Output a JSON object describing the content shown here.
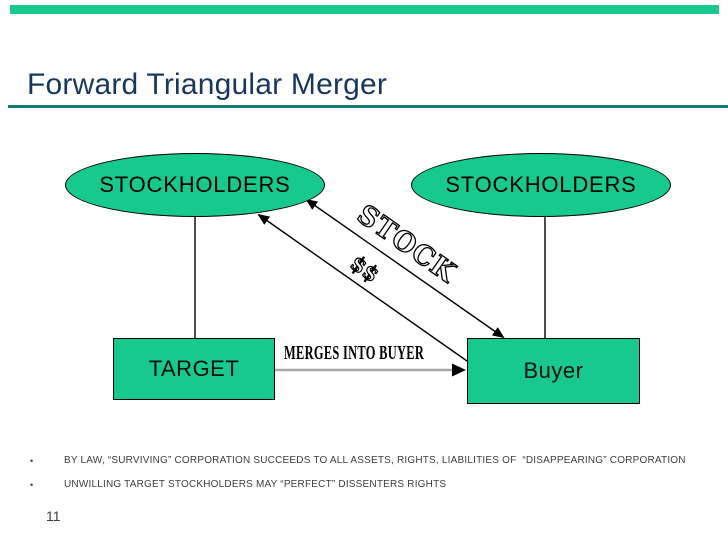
{
  "slide": {
    "title": "Forward Triangular Merger",
    "page_number": "11"
  },
  "colors": {
    "shape_green": "#17c98f",
    "title_navy": "#17375e",
    "rule_teal": "#157c74",
    "arrow_gray": "#a8a8a8",
    "body_text": "#3d3d3d"
  },
  "diagram": {
    "left_ellipse_label": "STOCKHOLDERS",
    "right_ellipse_label": "STOCKHOLDERS",
    "target_label": "TARGET",
    "buyer_label": "Buyer",
    "stock_label": "STOCK",
    "cash_label": "$$",
    "merge_arrow_label": "MERGES INTO BUYER"
  },
  "bullets": [
    "BY LAW, “SURVIVING” CORPORATION SUCCEEDS TO ALL ASSETS, RIGHTS, LIABILITIES OF  “DISAPPEARING” CORPORATION",
    "UNWILLING TARGET STOCKHOLDERS MAY “PERFECT” DISSENTERS RIGHTS"
  ]
}
